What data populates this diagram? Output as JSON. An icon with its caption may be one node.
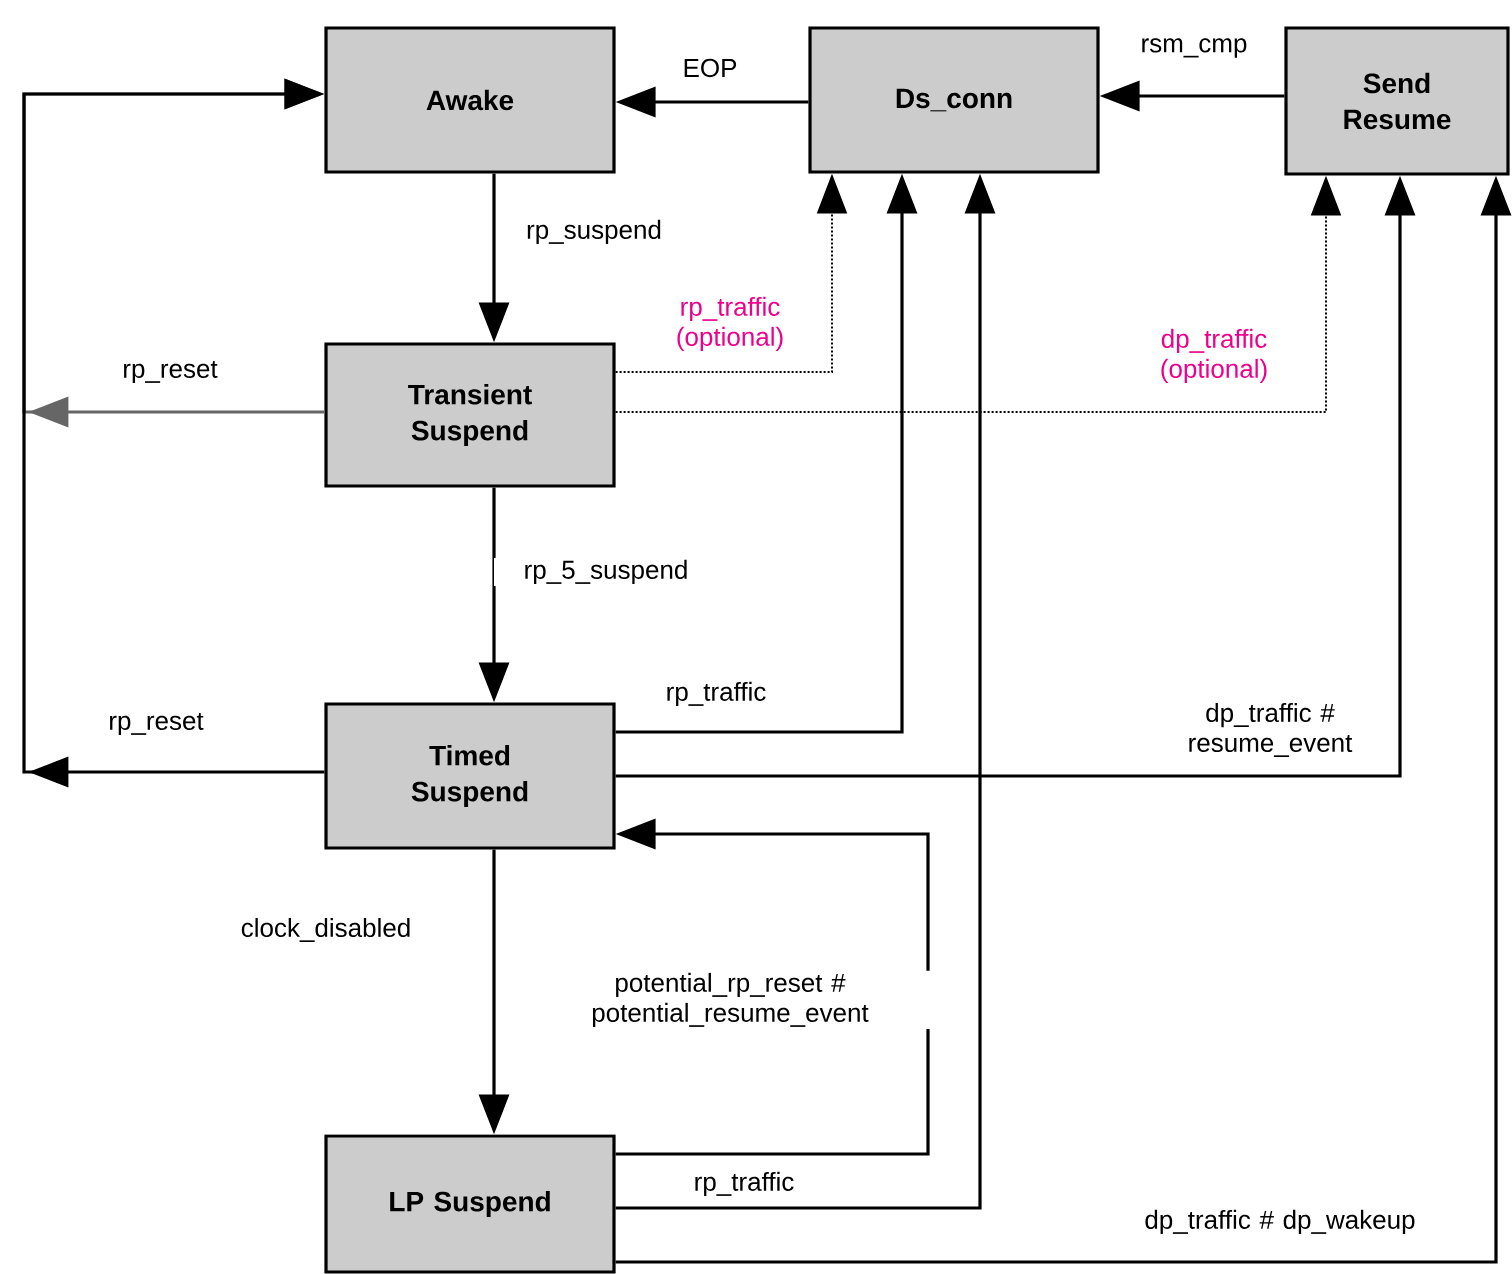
{
  "diagram": {
    "nodes": [
      {
        "text": [
          "Awake"
        ]
      },
      {
        "text": [
          "Ds_conn"
        ]
      },
      {
        "text": [
          "Send Resume"
        ]
      },
      {
        "text": [
          "Transient Suspend"
        ]
      },
      {
        "text": [
          "Timed Suspend"
        ]
      },
      {
        "text": [
          "LP Suspend"
        ]
      }
    ],
    "edges": [
      {
        "from": 1,
        "to": 0,
        "arrow": "to",
        "label": "EOP"
      },
      {
        "from": 2,
        "to": 1,
        "arrow": "to",
        "label": "rsm_cmp"
      },
      {
        "from": 0,
        "to": 3,
        "arrow": "to",
        "label": "rp_suspend"
      },
      {
        "from": 3,
        "to": 0,
        "arrow": "to",
        "label": "rp_reset",
        "color": "#666666"
      },
      {
        "from": 3,
        "to": 1,
        "arrow": "to",
        "label": "rp_traffic (optional)",
        "style": "dashed"
      },
      {
        "from": 3,
        "to": 2,
        "arrow": "to",
        "label": "dp_traffic (optional)",
        "style": "dashed"
      },
      {
        "from": 3,
        "to": 4,
        "arrow": "to",
        "label": "rp_5_suspend"
      },
      {
        "from": 4,
        "to": 0,
        "arrow": "to",
        "label": "rp_reset"
      },
      {
        "from": 4,
        "to": 1,
        "arrow": "to",
        "label": "rp_traffic"
      },
      {
        "from": 4,
        "to": 2,
        "arrow": "to",
        "label": "dp_traffic # resume_event"
      },
      {
        "from": 4,
        "to": 5,
        "arrow": "to",
        "label": "clock_disabled"
      },
      {
        "from": 5,
        "to": 4,
        "arrow": "to",
        "label": "potential_rp_reset # potential_resume_event"
      },
      {
        "from": 5,
        "to": 1,
        "arrow": "to",
        "label": "rp_traffic"
      },
      {
        "from": 5,
        "to": 2,
        "arrow": "to",
        "label": "dp_traffic # dp_wakeup"
      }
    ]
  }
}
